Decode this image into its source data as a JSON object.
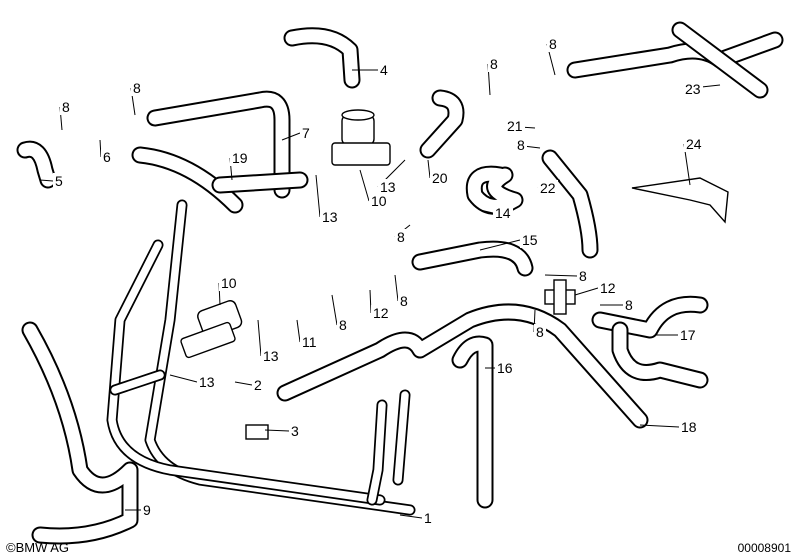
{
  "diagram": {
    "callouts": [
      "4",
      "8",
      "8",
      "6",
      "5",
      "7",
      "19",
      "10",
      "13",
      "13",
      "20",
      "8",
      "8",
      "23",
      "21",
      "8",
      "22",
      "24",
      "14",
      "8",
      "15",
      "8",
      "12",
      "8",
      "8",
      "17",
      "10",
      "12",
      "8",
      "8",
      "11",
      "13",
      "13",
      "2",
      "16",
      "3",
      "18",
      "9",
      "1"
    ]
  },
  "footer": {
    "copyright": "©BMW AG",
    "reference": "00008901"
  }
}
